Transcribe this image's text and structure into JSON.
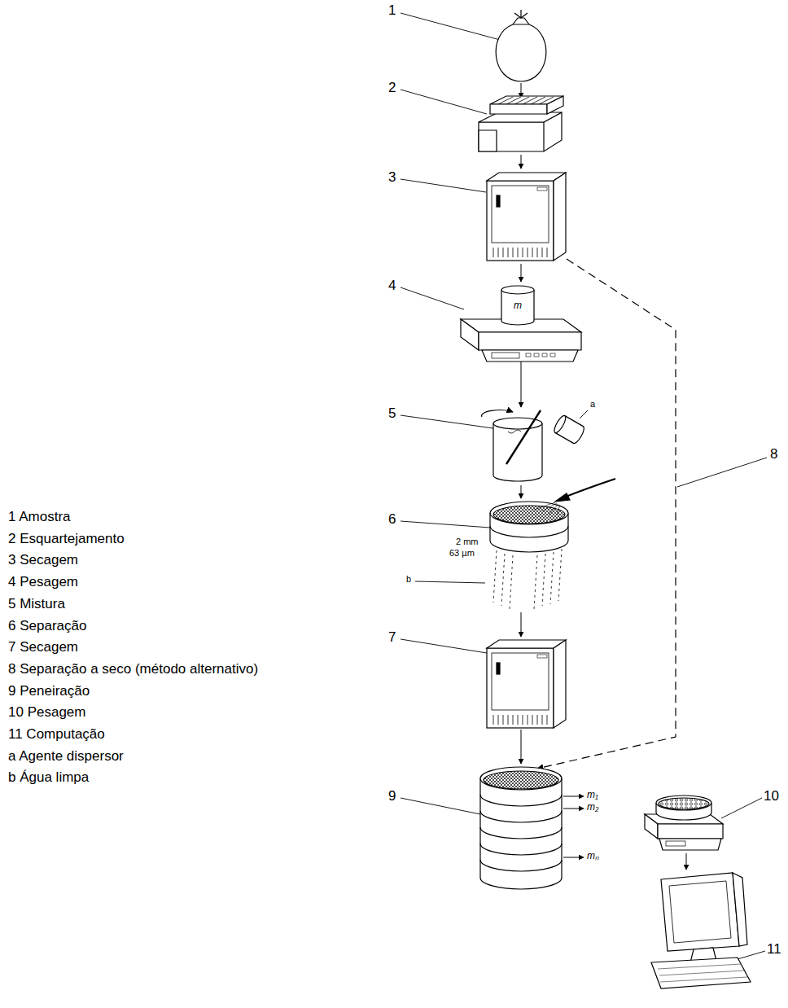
{
  "diagram": {
    "labels": [
      "1",
      "2",
      "3",
      "4",
      "m",
      "a",
      "5",
      "6",
      "2 mm",
      "63 µm",
      "b",
      "7",
      "8",
      "9",
      "m₁",
      "m₂",
      "mₙ",
      "10",
      "11"
    ],
    "legend": [
      {
        "text": "1 Amostra"
      },
      {
        "text": "2 Esquartejamento"
      },
      {
        "text": "3 Secagem"
      },
      {
        "text": "4 Pesagem"
      },
      {
        "text": "5 Mistura"
      },
      {
        "text": "6 Separação"
      },
      {
        "text": "7 Secagem"
      },
      {
        "text": "8 Separação a seco (método alternativo)"
      },
      {
        "text": "9 Peneiração"
      },
      {
        "text": "10 Pesagem"
      },
      {
        "text": "11 Computação"
      },
      {
        "text": "a Agente dispersor"
      },
      {
        "text": "b Água limpa"
      }
    ]
  }
}
